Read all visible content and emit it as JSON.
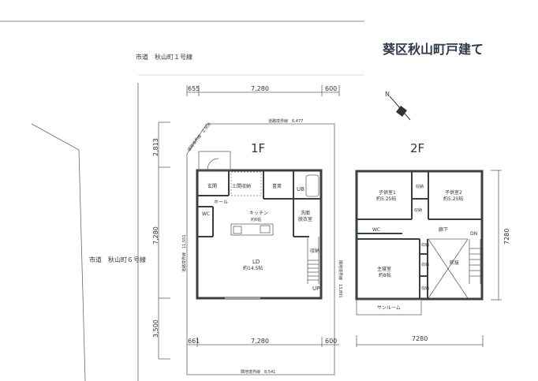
{
  "title": "葵区秋山町戸建て",
  "roads": {
    "north": "市道　秋山町１号線",
    "west": "市道　秋山町６号線"
  },
  "site": {
    "top_boundary": "道路境界線　6,477",
    "corner_boundary": "道路境界線　2,908",
    "left_boundary": "道路境界線　11,551",
    "right_boundary": "隣地境界線　13,891",
    "bottom_boundary": "隣地境界線　8,541"
  },
  "dims_1f": {
    "top": [
      "655",
      "7,280",
      "600"
    ],
    "bottom": [
      "661",
      "7,280",
      "600"
    ],
    "left": [
      "2,813",
      "7,280",
      "3,500"
    ]
  },
  "dims_2f": {
    "bottom": "7280",
    "right": "7280"
  },
  "floor1": {
    "label": "1F",
    "rooms": {
      "entrance": "玄関",
      "storage_earth": "土間収納",
      "study": "書斎",
      "ub": "UB",
      "hall": "ホール",
      "wc": "WC",
      "kitchen": "キッチン",
      "kitchen_size": "約6帖",
      "wash": "洗面",
      "wash2": "脱衣室",
      "closet": "収納",
      "ld": "LD",
      "ld_size": "約14.5帖",
      "up": "UP"
    }
  },
  "floor2": {
    "label": "2F",
    "rooms": {
      "child1": "子供室1",
      "child1_size": "約5.25帖",
      "child2": "子供室2",
      "child2_size": "約5.25帖",
      "closet": "収納",
      "wc": "WC",
      "hallway": "廊下",
      "dn": "DN",
      "master": "主寝室",
      "master_size": "約8帖",
      "void": "吹抜",
      "sunroom": "サンルーム"
    }
  },
  "compass": "north-arrow",
  "colors": {
    "title": "#2f3a48",
    "wall": "#3a3f44"
  }
}
